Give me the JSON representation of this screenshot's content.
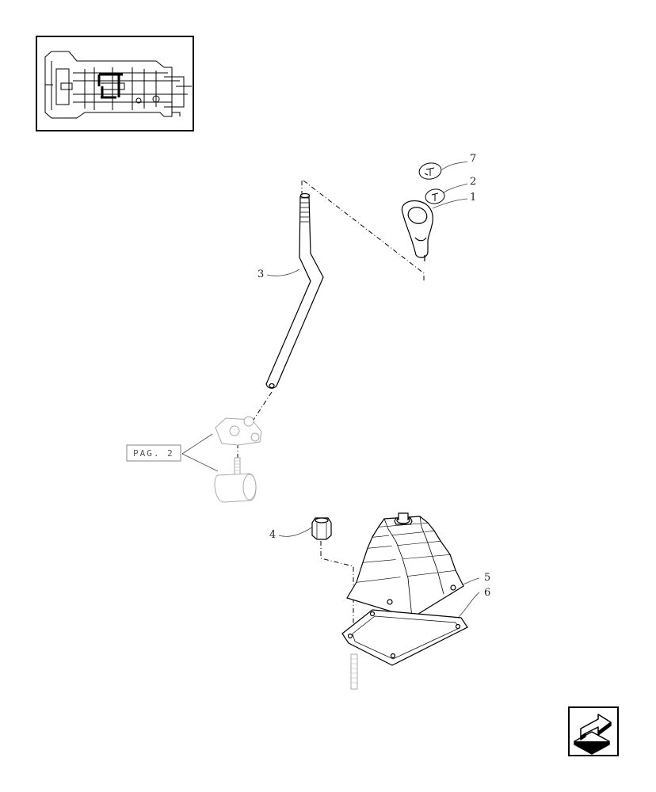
{
  "callouts": {
    "p1": "1",
    "p2": "2",
    "p3": "3",
    "p4": "4",
    "p5": "5",
    "p6": "6",
    "p7": "7"
  },
  "page_ref": "PAG. 2",
  "nav": {
    "icon": "next-page-arrow-icon"
  }
}
